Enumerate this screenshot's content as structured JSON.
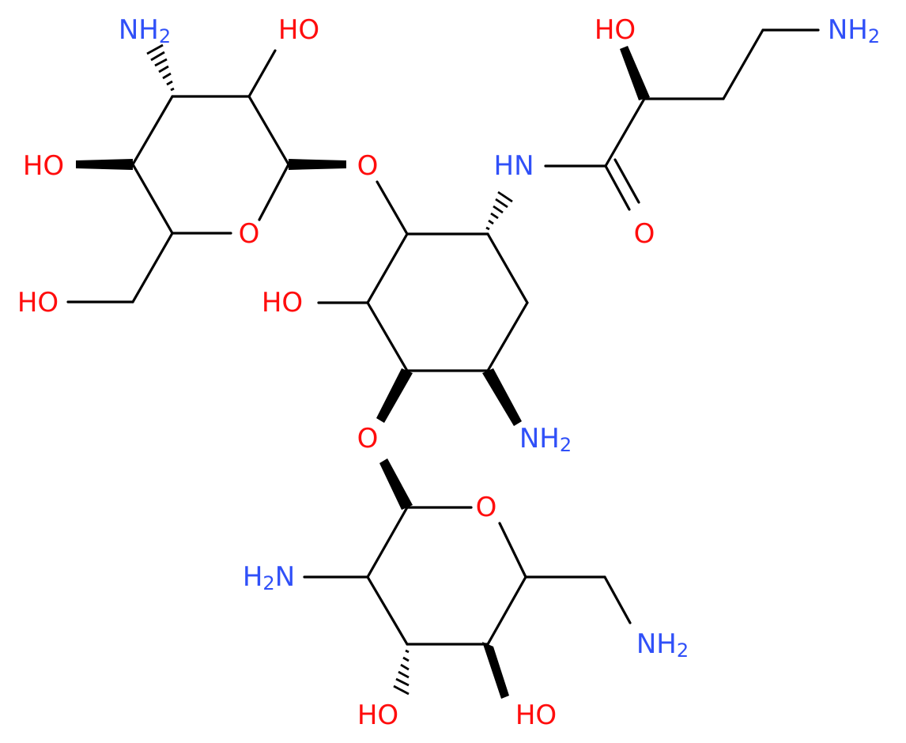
{
  "colors": {
    "bond": "#000000",
    "oxygen": "#ff0d0d",
    "nitrogen": "#3050f8"
  },
  "labels": {
    "nh2_top_left_sugar": "NH2",
    "oh_top_left_sugar": "HO",
    "ho_left_sugar": "HO",
    "ring_o_left_sugar": "O",
    "ho_hydroxymethyl": "HO",
    "o_glycosidic_top": "O",
    "nh_amide": "HN",
    "oh_side_chain": "HO",
    "nh2_side_chain": "NH2",
    "o_carbonyl": "O",
    "ho_cyclohexane": "HO",
    "nh2_cyclohexane": "NH2",
    "o_glycosidic_bottom": "O",
    "ring_o_bottom_sugar": "O",
    "h2n_bottom_sugar": "H2N",
    "nh2_aminomethyl": "NH2",
    "ho_bottom_left": "HO",
    "ho_bottom_right": "HO"
  }
}
